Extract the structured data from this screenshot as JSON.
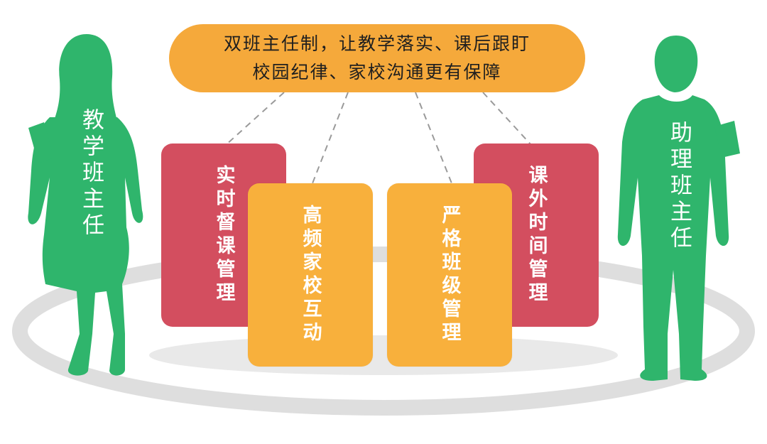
{
  "banner": {
    "line1": "双班主任制，让教学落实、课后跟盯",
    "line2": "校园纪律、家校沟通更有保障"
  },
  "cards": {
    "realtime": "实时督课管理",
    "homeschool": "高频家校互动",
    "strict": "严格班级管理",
    "afterclass": "课外时间管理"
  },
  "people": {
    "left": "教学班主任",
    "right": "助理班主任"
  },
  "colors": {
    "green": "#2fb56c",
    "orange": "#f8b03c",
    "red": "#d34e5f",
    "ring": "#dedede"
  }
}
